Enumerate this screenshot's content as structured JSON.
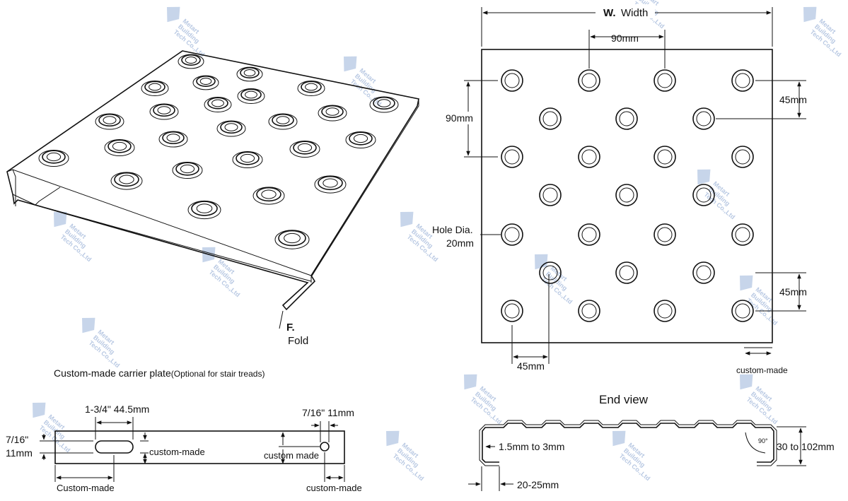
{
  "perspective_view": {
    "fold_letter": "F.",
    "fold_label": "Fold"
  },
  "plan_view": {
    "width_bold": "W.",
    "width_label": "Width",
    "dim_top_spacing": "90mm",
    "dim_right_top": "45mm",
    "dim_left_vertical": "90mm",
    "hole_dia_line1": "Hole Dia.",
    "hole_dia_line2": "20mm",
    "dim_right_bottom": "45mm",
    "dim_bottom": "45mm",
    "custom_made": "custom-made"
  },
  "carrier_plate": {
    "title": "Custom-made carrier plate",
    "title_note": "(Optional for stair treads)",
    "slot_length": "1-3/4\" 44.5mm",
    "slot_width_in": "7/16\"",
    "slot_width_mm": "11mm",
    "slot_custom": "custom-made",
    "hole_size": "7/16\" 11mm",
    "hole_custom": "custom made",
    "bottom_left_custom": "Custom-made",
    "bottom_right_custom": "custom-made"
  },
  "end_view": {
    "title": "End view",
    "thickness": "1.5mm to 3mm",
    "angle": "90°",
    "height": "30 to 102mm",
    "lip": "20-25mm"
  },
  "watermark": {
    "line1": "Metart",
    "line2": "Building",
    "line3": "Tech Co.,Ltd"
  }
}
